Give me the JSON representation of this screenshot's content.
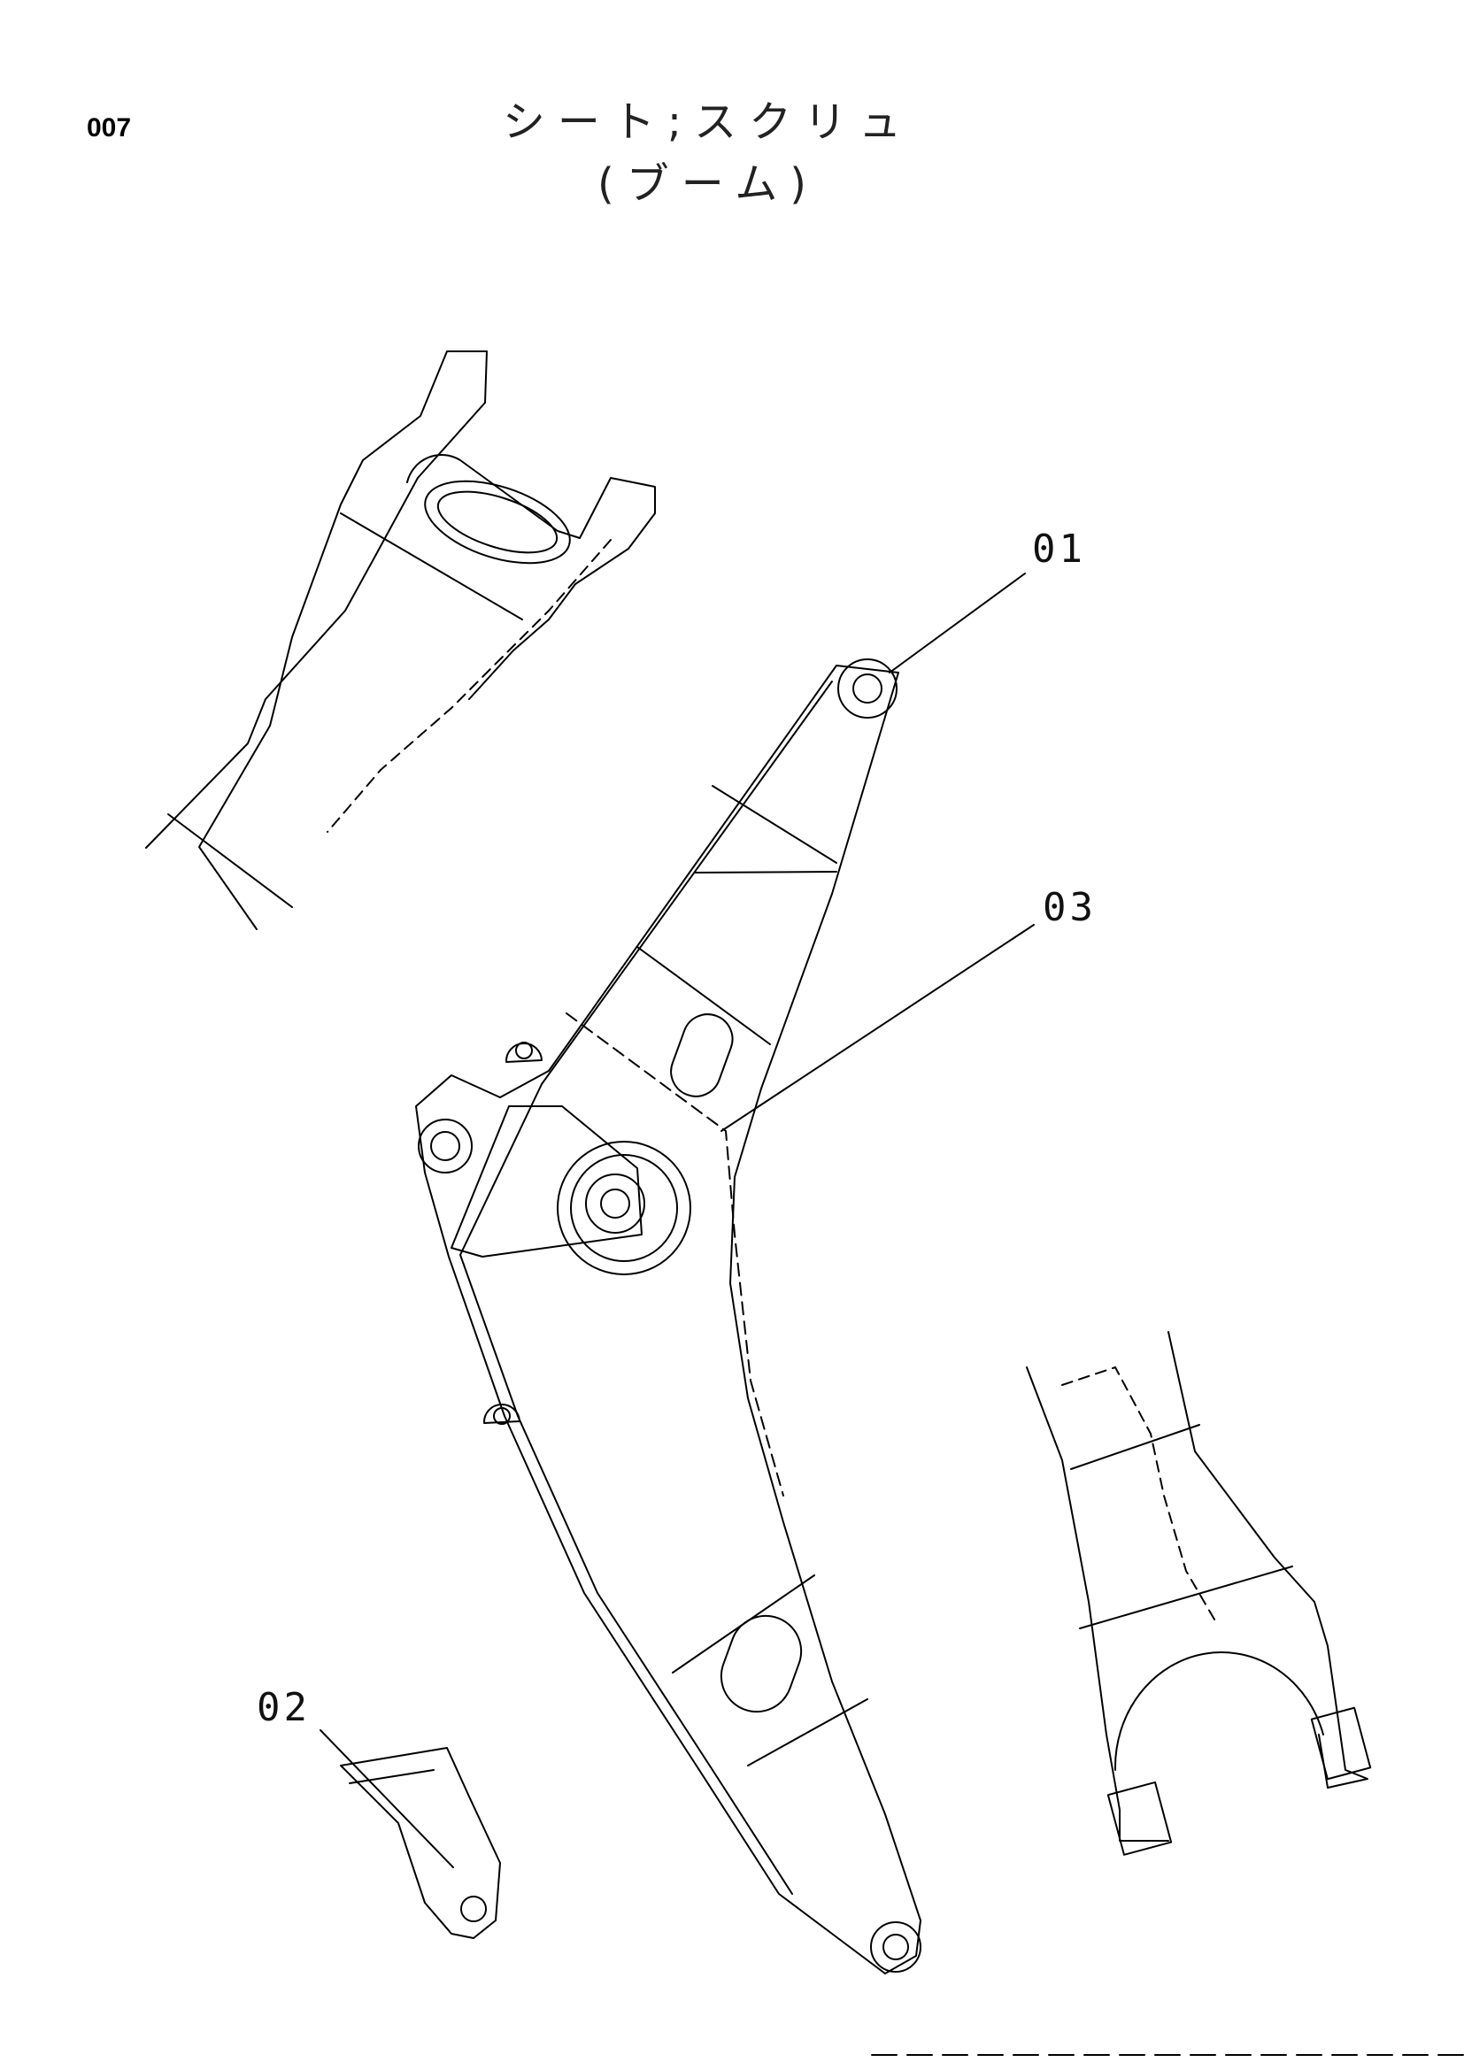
{
  "header": {
    "page_code": "007",
    "title_line1": "シート;スクリュ",
    "title_line2": "(ブーム)"
  },
  "callouts": {
    "c01": "01",
    "c02": "02",
    "c03": "03"
  },
  "colors": {
    "line": "#000000",
    "background": "#ffffff"
  }
}
